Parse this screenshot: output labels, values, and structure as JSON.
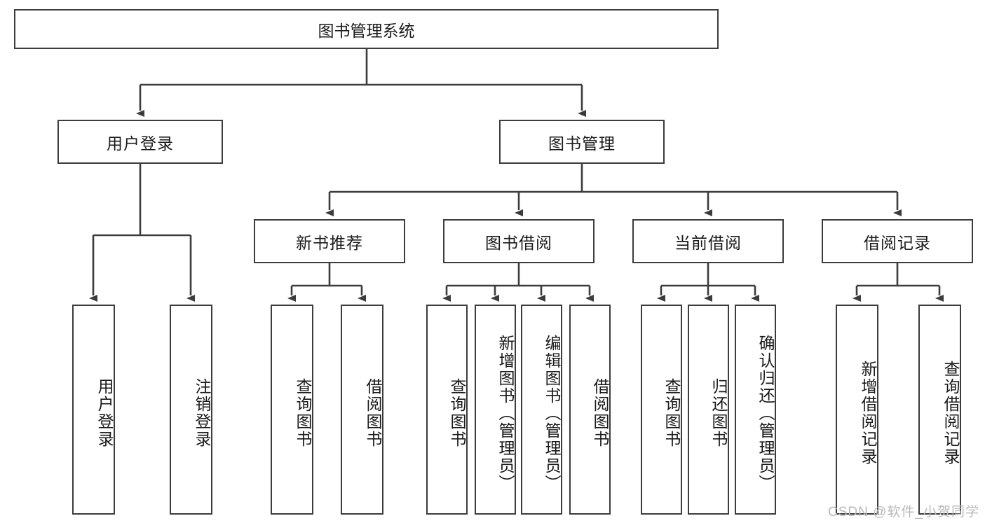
{
  "diagram": {
    "type": "tree-hierarchy",
    "title": "图书管理系统",
    "watermark": "CSDN @软件_小贺同学",
    "root": {
      "label": "图书管理系统"
    },
    "level1": [
      {
        "label": "用户登录"
      },
      {
        "label": "图书管理"
      }
    ],
    "level2": [
      {
        "label": "新书推荐"
      },
      {
        "label": "图书借阅"
      },
      {
        "label": "当前借阅"
      },
      {
        "label": "借阅记录"
      }
    ],
    "leaves": {
      "user_login": [
        {
          "label": "用户登录"
        },
        {
          "label": "注销登录"
        }
      ],
      "new_book_recommend": [
        {
          "label": "查询图书"
        },
        {
          "label": "借阅图书"
        }
      ],
      "book_borrow": [
        {
          "label": "查询图书"
        },
        {
          "label": "新增图书（管理员）"
        },
        {
          "label": "编辑图书（管理员）"
        },
        {
          "label": "借阅图书"
        }
      ],
      "current_borrow": [
        {
          "label": "查询图书"
        },
        {
          "label": "归还图书"
        },
        {
          "label": "确认归还（管理员）"
        }
      ],
      "borrow_record": [
        {
          "label": "新增借阅记录"
        },
        {
          "label": "查询借阅记录"
        }
      ]
    },
    "colors": {
      "stroke": "#3c3c3c",
      "fill": "#ffffff",
      "text": "#1a1a1a",
      "watermark": "#b9b9b9"
    }
  }
}
